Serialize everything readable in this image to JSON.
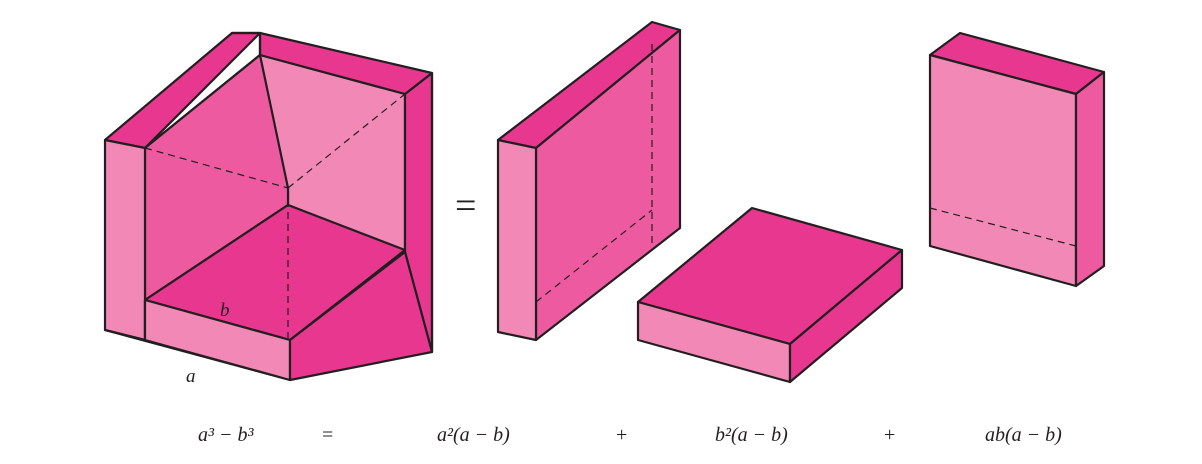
{
  "colors": {
    "background": "#ffffff",
    "face_dark": "#e8378e",
    "face_mid": "#ee5aa0",
    "face_light": "#f288b5",
    "edge": "#231f20"
  },
  "diagram": {
    "label_b": "b",
    "label_a": "a",
    "equals_sign": "="
  },
  "equation": {
    "lhs": "a³ − b³",
    "eq": "=",
    "term1": "a²(a − b)",
    "plus1": "+",
    "term2": "b²(a − b)",
    "plus2": "+",
    "term3": "ab(a − b)"
  }
}
